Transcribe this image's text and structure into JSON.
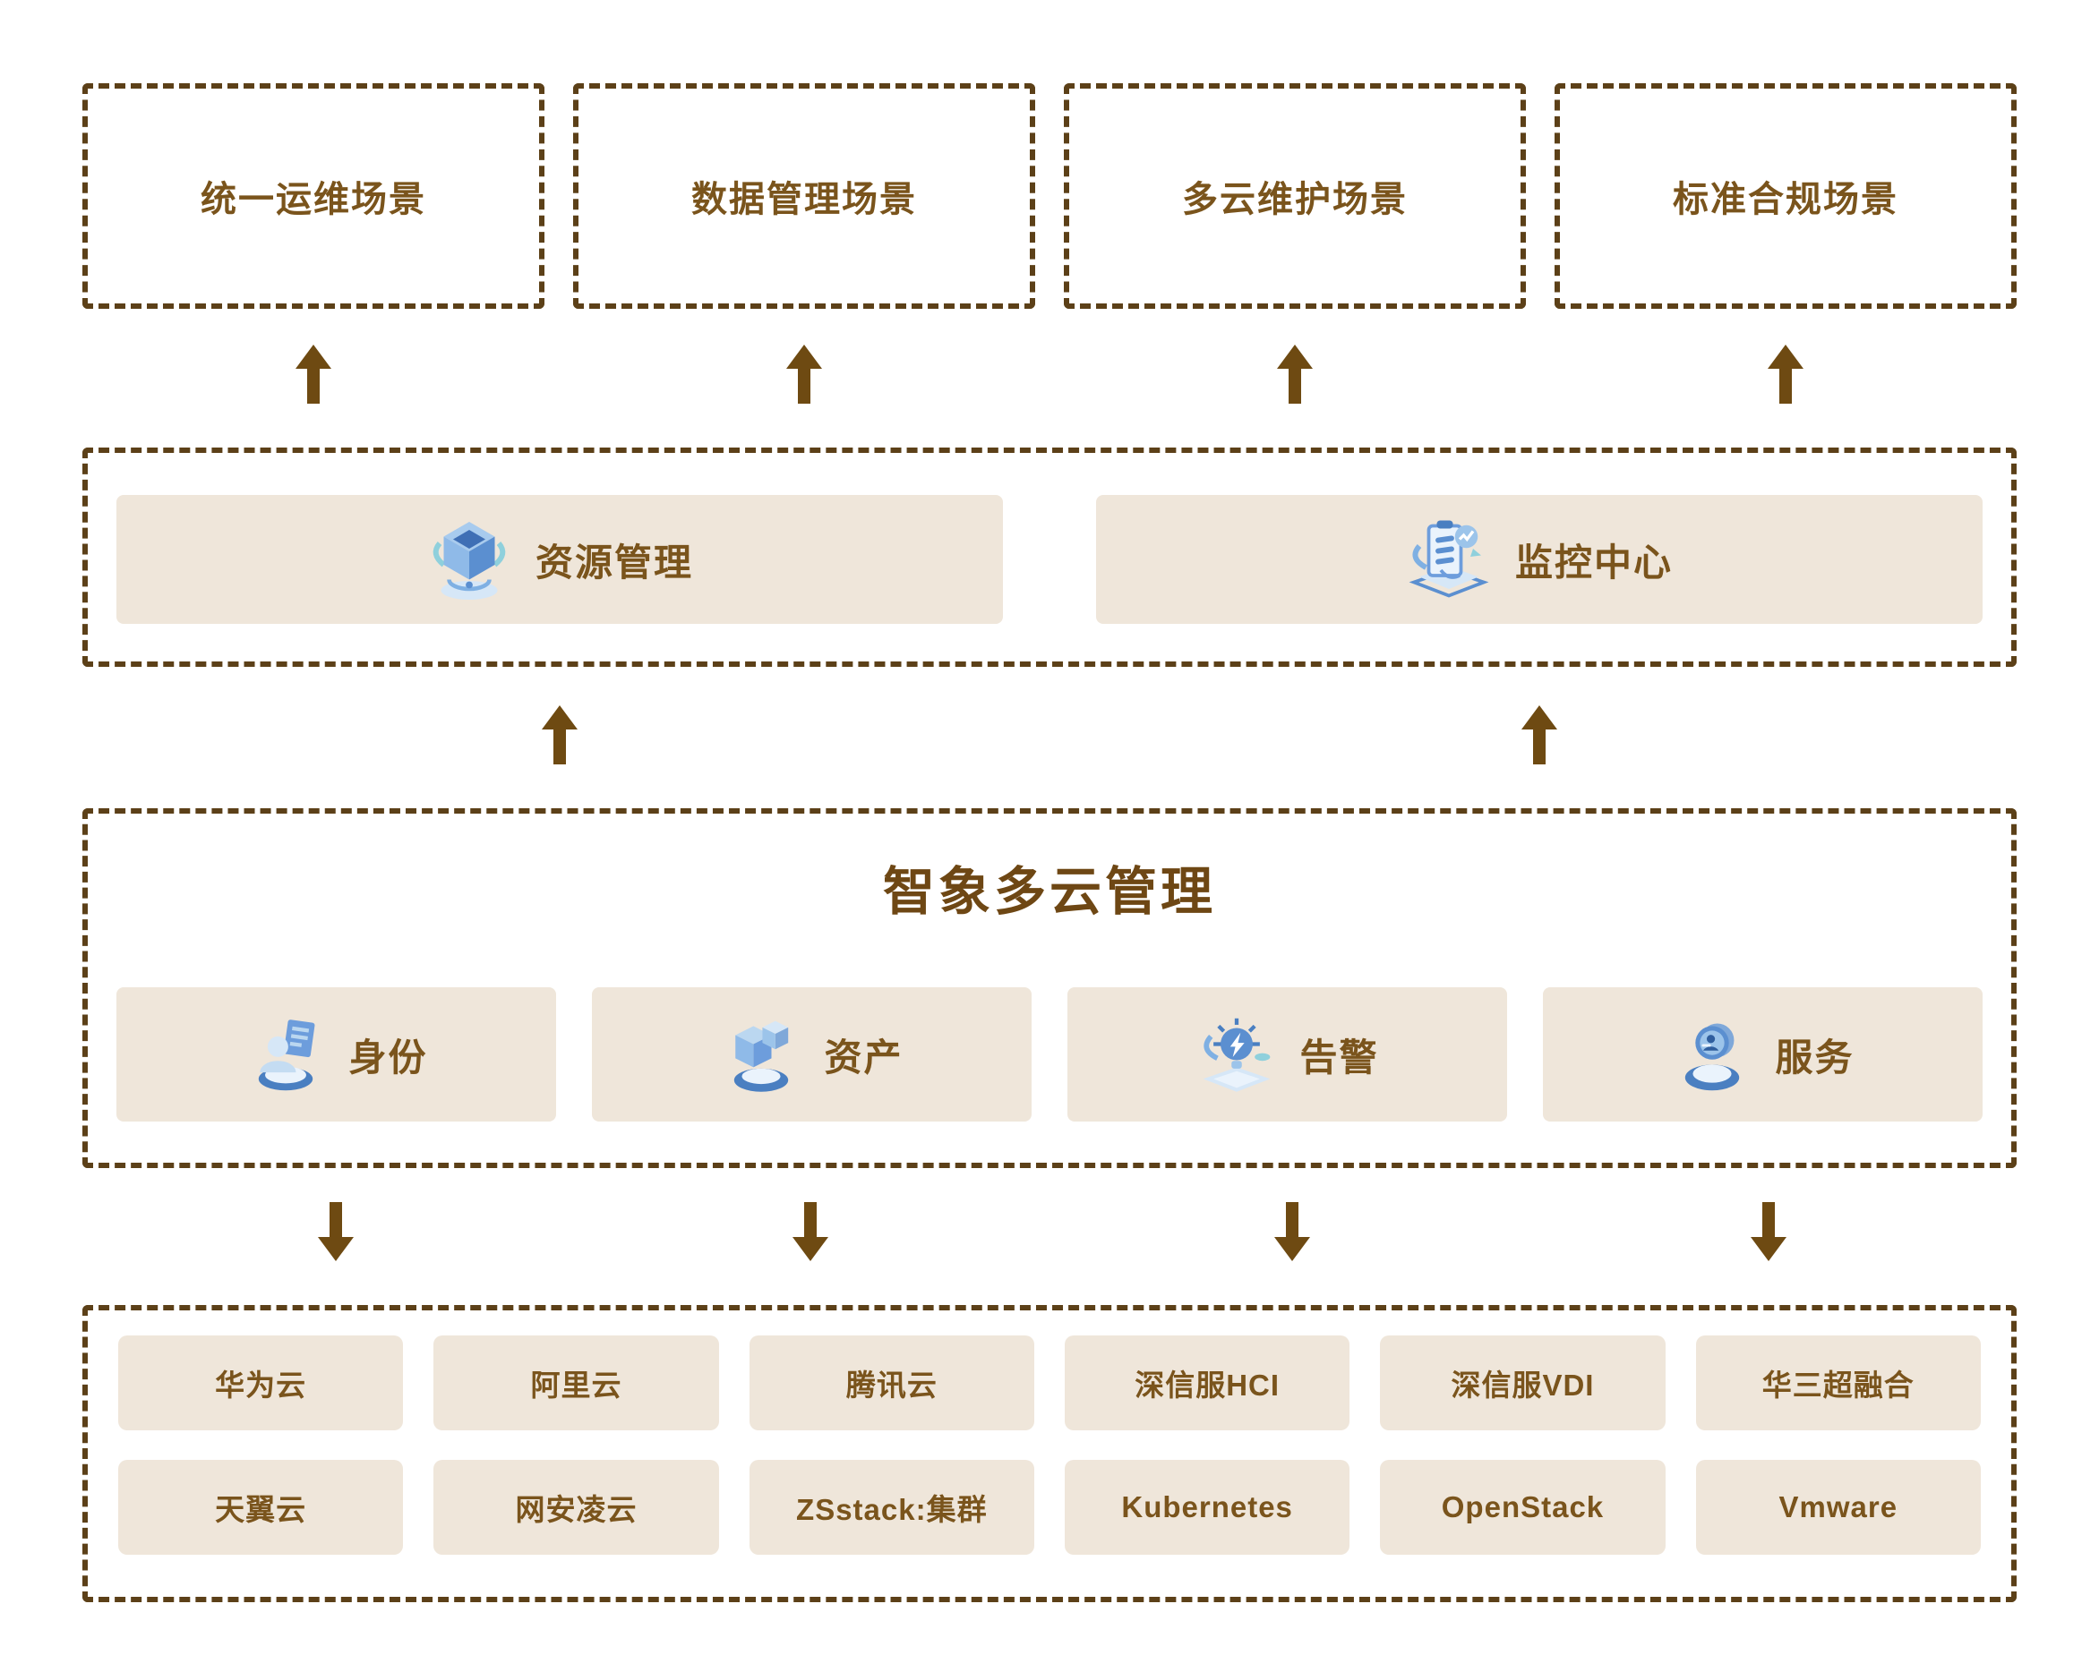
{
  "colors": {
    "border_brown": "#5C4018",
    "text_brown": "#7A541C",
    "title_brown": "#6E4714",
    "arrow_brown": "#6E4A12",
    "box_fill_beige": "#EFE6DA",
    "icon_blue": "#5B8FD0",
    "icon_blue_light": "#BBD7F0",
    "background": "#FFFFFF"
  },
  "scenarios": {
    "items": [
      {
        "label": "统一运维场景"
      },
      {
        "label": "数据管理场景"
      },
      {
        "label": "多云维护场景"
      },
      {
        "label": "标准合规场景"
      }
    ]
  },
  "management": {
    "items": [
      {
        "label": "资源管理",
        "icon": "resource-cube-icon"
      },
      {
        "label": "监控中心",
        "icon": "monitoring-dashboard-icon"
      }
    ]
  },
  "platform": {
    "title": "智象多云管理",
    "modules": [
      {
        "label": "身份",
        "icon": "identity-badge-icon"
      },
      {
        "label": "资产",
        "icon": "asset-cubes-icon"
      },
      {
        "label": "告警",
        "icon": "alert-bulb-icon"
      },
      {
        "label": "服务",
        "icon": "service-disc-icon"
      }
    ]
  },
  "infrastructure": {
    "row1": [
      {
        "label": "华为云"
      },
      {
        "label": "阿里云"
      },
      {
        "label": "腾讯云"
      },
      {
        "label": "深信服HCI"
      },
      {
        "label": "深信服VDI"
      },
      {
        "label": "华三超融合"
      }
    ],
    "row2": [
      {
        "label": "天翼云"
      },
      {
        "label": "网安凌云"
      },
      {
        "label": "ZSstack:集群"
      },
      {
        "label": "Kubernetes"
      },
      {
        "label": "OpenStack"
      },
      {
        "label": "Vmware"
      }
    ]
  }
}
